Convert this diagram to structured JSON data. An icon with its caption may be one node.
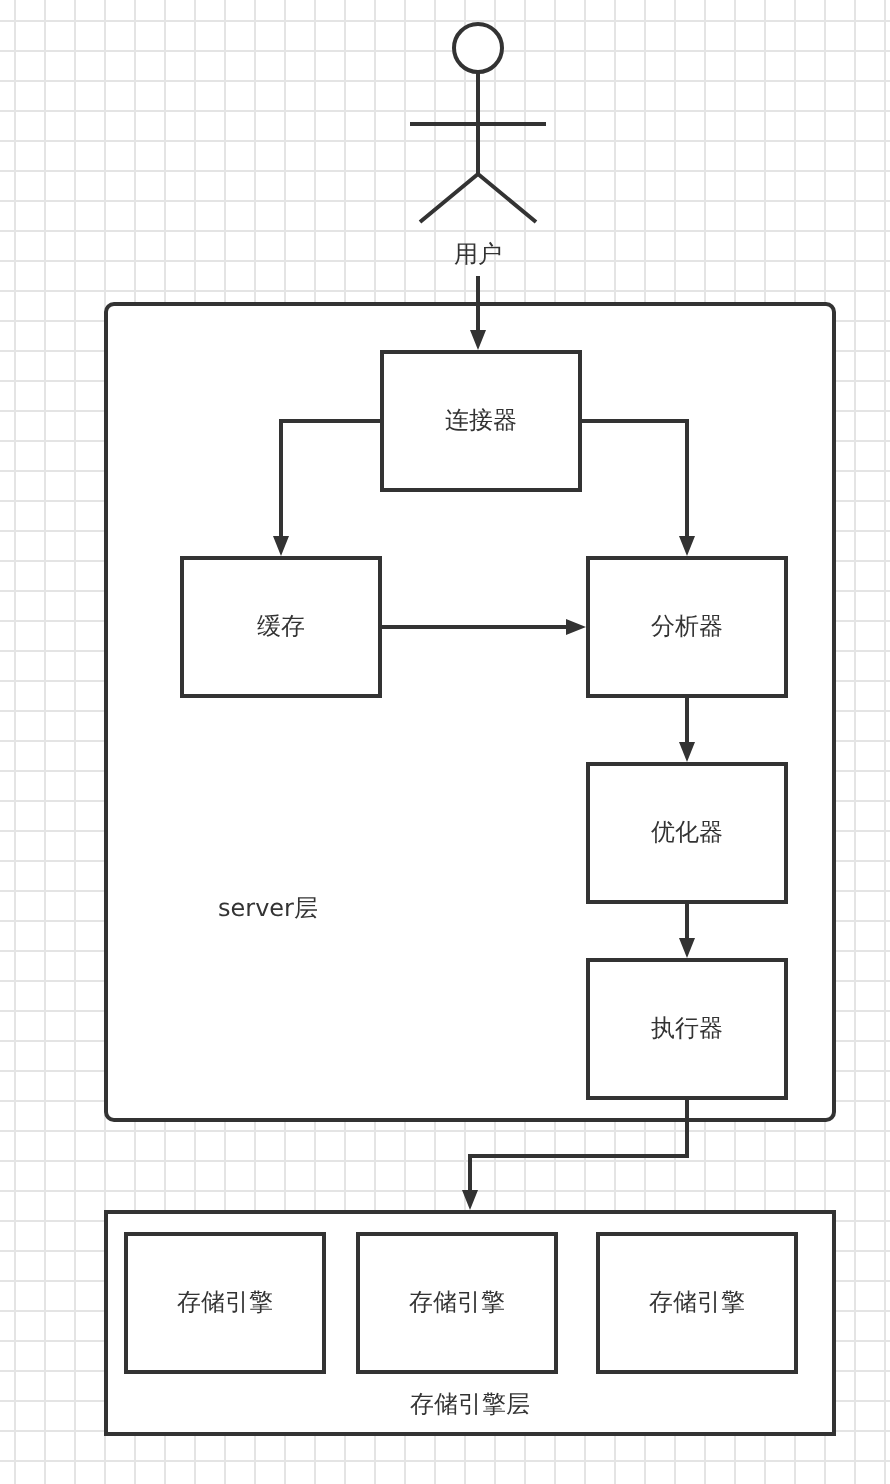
{
  "diagram": {
    "nodes": [
      {
        "text": [],
        "shape": "person",
        "beside": [
          "用户"
        ]
      },
      {
        "text": [
          "server层"
        ]
      },
      {
        "text": [
          "连接器"
        ],
        "in": 1
      },
      {
        "text": [
          "缓存"
        ],
        "in": 1
      },
      {
        "text": [
          "分析器"
        ],
        "in": 1
      },
      {
        "text": [
          "优化器"
        ],
        "in": 1
      },
      {
        "text": [
          "执行器"
        ],
        "in": 1
      },
      {
        "text": [
          "存储引擎层"
        ]
      },
      {
        "text": [
          "存储引擎"
        ],
        "in": 7
      },
      {
        "text": [
          "存储引擎"
        ],
        "in": 7
      },
      {
        "text": [
          "存储引擎"
        ],
        "in": 7
      }
    ],
    "edges": [
      {
        "from": 0,
        "to": 2,
        "arrow": "to"
      },
      {
        "from": 2,
        "to": 3,
        "arrow": "to"
      },
      {
        "from": 2,
        "to": 4,
        "arrow": "to"
      },
      {
        "from": 3,
        "to": 4,
        "arrow": "to"
      },
      {
        "from": 4,
        "to": 5,
        "arrow": "to"
      },
      {
        "from": 5,
        "to": 6,
        "arrow": "to"
      },
      {
        "from": 6,
        "to": 7,
        "arrow": "to"
      }
    ]
  }
}
